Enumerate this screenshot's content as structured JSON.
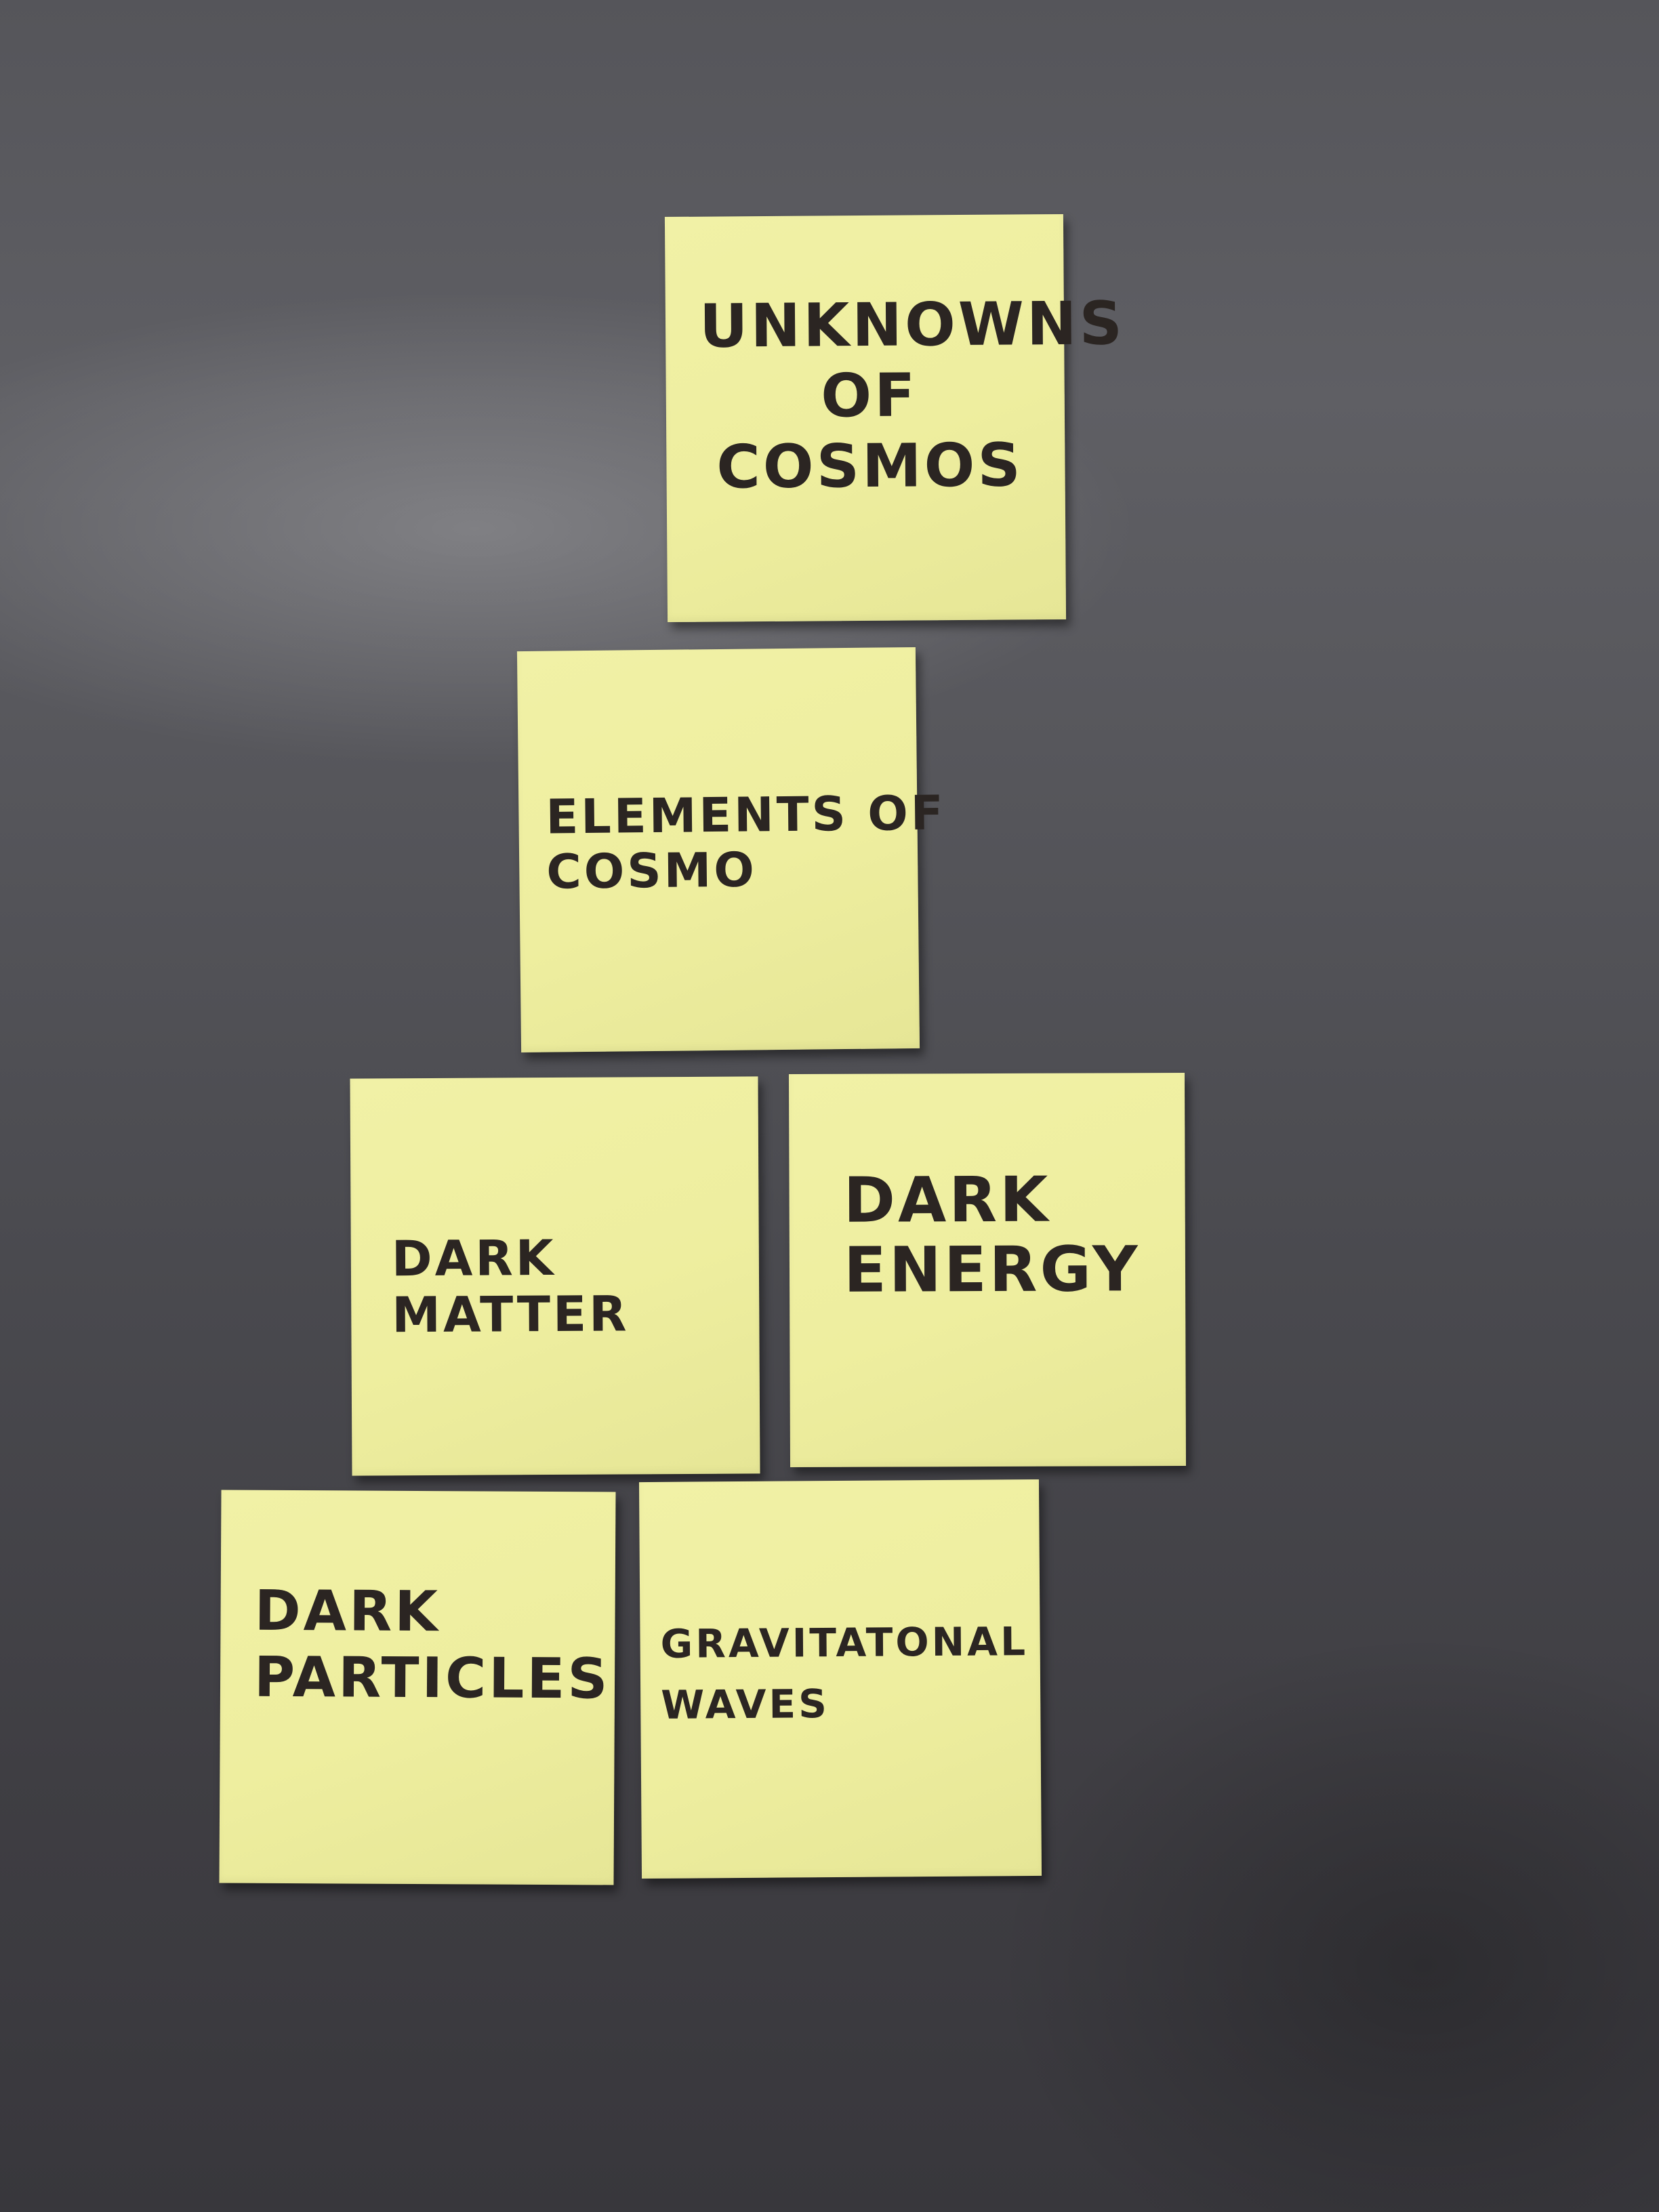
{
  "wall": {
    "background_color": "#4b4b50",
    "note_color": "#efefa2",
    "ink_color": "#2b2522"
  },
  "notes": [
    {
      "text": "UNKNOWNS\nOF\nCOSMOS"
    },
    {
      "text": "ELEMENTS OF\nCOSMO"
    },
    {
      "text": "DARK\nMATTER"
    },
    {
      "text": "DARK\nENERGY"
    },
    {
      "text": "DARK\nPARTICLES"
    },
    {
      "text": "GRAVITATONAL\nWAVES"
    }
  ]
}
